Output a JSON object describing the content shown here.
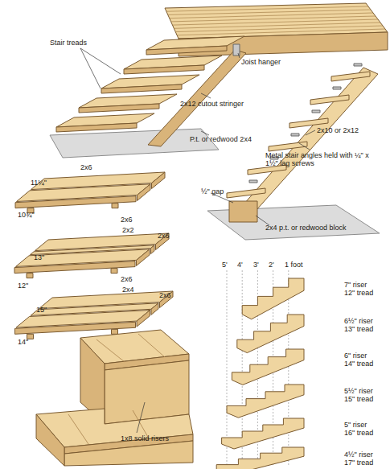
{
  "diagram": {
    "labels": [
      "Stair treads",
      "Joist hanger",
      "2x12 cutout stringer",
      "P.t. or redwood 2x4",
      "2x10 or 2x12",
      "Metal stair angles held with ¼\" x 1½\" lag screws",
      "½\" gap",
      "2x4 p.t. or redwood block",
      "2x6",
      "11¼\"",
      "10¾\"",
      "2x6",
      "2x2",
      "2x6",
      "13\"",
      "12\"",
      "2x6",
      "2x4",
      "2x6",
      "15\"",
      "14\"",
      "1x8 solid risers",
      "5'",
      "4'",
      "3'",
      "2'",
      "1 foot",
      "7\" riser",
      "12\" tread",
      "6½\" riser",
      "13\" tread",
      "6\" riser",
      "14\" tread",
      "5½\" riser",
      "15\" tread",
      "5\" riser",
      "16\" tread",
      "4½\" riser",
      "17\" tread"
    ]
  }
}
